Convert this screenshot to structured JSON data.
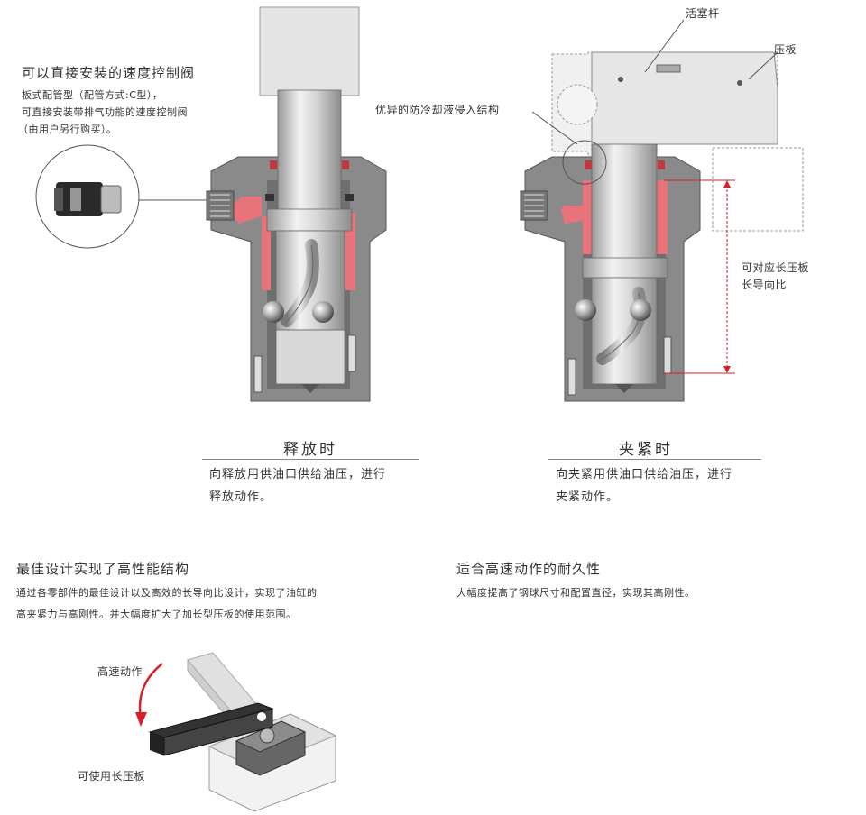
{
  "speed_valve": {
    "title": "可以直接安装的速度控制阀",
    "line1": "板式配管型（配管方式:C型），",
    "line2": "可直接安装带排气功能的速度控制阀",
    "line3": "（由用户另行购买）。"
  },
  "release": {
    "title": "释放时",
    "desc_line1": "向释放用供油口供给油压，进行",
    "desc_line2": "释放动作。"
  },
  "clamp": {
    "title": "夹紧时",
    "desc_line1": "向夹紧用供油口供给油压，进行",
    "desc_line2": "夹紧动作。",
    "label_piston": "活塞杆",
    "label_arm": "压板",
    "label_coolant": "优异的防冷却液侵入结构",
    "label_guide_1": "可对应长压板",
    "label_guide_2": "长导向比"
  },
  "feature_left": {
    "title": "最佳设计实现了高性能结构",
    "line1": "通过各零部件的最佳设计以及高效的长导向比设计，实现了油缸的",
    "line2": "高夹紧力与高刚性。并大幅度扩大了加长型压板的使用范围。"
  },
  "feature_right": {
    "title": "适合高速动作的耐久性",
    "line1": "大幅度提高了钢球尺寸和配置直径，实现其高刚性。"
  },
  "illustration": {
    "label_speed": "高速动作",
    "label_long_arm": "可使用长压板"
  },
  "colors": {
    "body": "#8a8a8a",
    "oil": "#e8737a",
    "seal": "#c0393f",
    "leader": "#d4212b"
  }
}
